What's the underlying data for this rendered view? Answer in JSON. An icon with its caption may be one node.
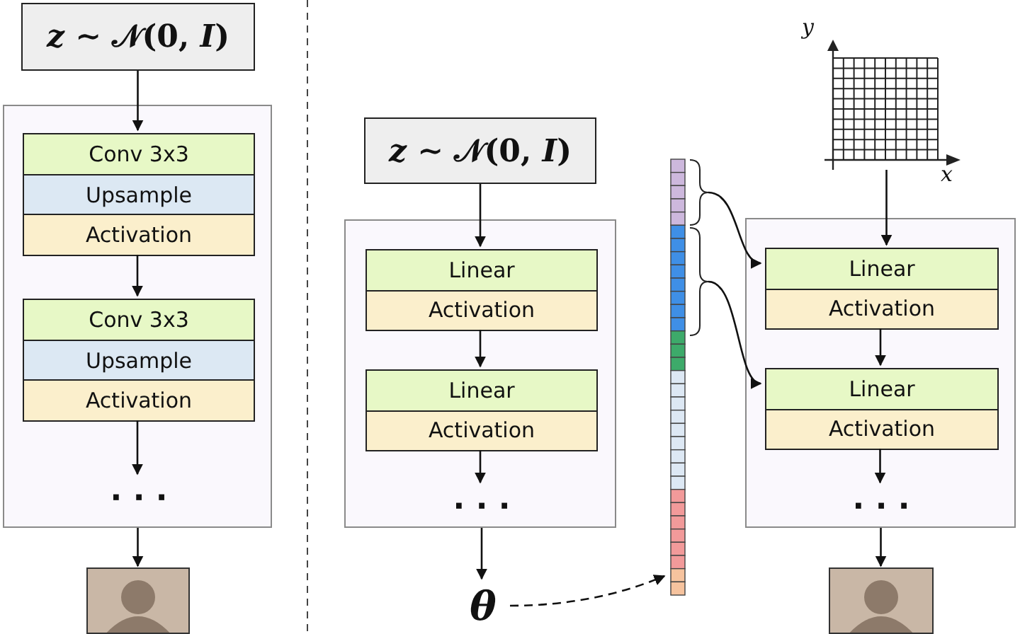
{
  "diagram": {
    "nodes": [
      {
        "text": [
          "*z* ∼ 𝒩(0, *I*)"
        ]
      },
      {
        "text": [],
        "shape": "box"
      },
      {
        "text": [
          "Conv 3x3",
          "Upsample",
          "Activation"
        ],
        "in": 1
      },
      {
        "text": [
          "Conv 3x3",
          "Upsample",
          "Activation"
        ],
        "in": 1
      },
      {
        "text": [
          "· · ·"
        ],
        "in": 1
      },
      {
        "text": [],
        "shape": "picture"
      },
      {
        "text": [
          "*z* ∼ 𝒩(0, *I*)"
        ]
      },
      {
        "text": [],
        "shape": "box"
      },
      {
        "text": [
          "Linear",
          "Activation"
        ],
        "in": 7
      },
      {
        "text": [
          "Linear",
          "Activation"
        ],
        "in": 7
      },
      {
        "text": [
          "· · ·"
        ],
        "in": 7
      },
      {
        "text": [
          "θ"
        ]
      },
      {
        "text": [],
        "shape": "bar"
      },
      {
        "text": [],
        "shape": "picture"
      },
      {
        "text": [],
        "shape": "box"
      },
      {
        "text": [
          "Linear",
          "Activation"
        ],
        "in": 14
      },
      {
        "text": [
          "Linear",
          "Activation"
        ],
        "in": 14
      },
      {
        "text": [
          "· · ·"
        ],
        "in": 14
      },
      {
        "text": [],
        "shape": "picture"
      }
    ],
    "edges": [
      {
        "from": 0,
        "to": 2,
        "arrow": "to"
      },
      {
        "from": 2,
        "to": 3,
        "arrow": "to"
      },
      {
        "from": 3,
        "to": 4,
        "arrow": "to"
      },
      {
        "from": 1,
        "to": 5,
        "arrow": "to"
      },
      {
        "from": 6,
        "to": 8,
        "arrow": "to"
      },
      {
        "from": 8,
        "to": 9,
        "arrow": "to"
      },
      {
        "from": 9,
        "to": 10,
        "arrow": "to"
      },
      {
        "from": 7,
        "to": 11,
        "arrow": "to"
      },
      {
        "from": 11,
        "to": 12,
        "arrow": "to",
        "style": "dashed"
      },
      {
        "from": 12,
        "to": 15,
        "arrow": "to"
      },
      {
        "from": 12,
        "to": 16,
        "arrow": "to"
      },
      {
        "from": 13,
        "to": 15,
        "arrow": "to"
      },
      {
        "from": 15,
        "to": 16,
        "arrow": "to"
      },
      {
        "from": 16,
        "to": 17,
        "arrow": "to"
      },
      {
        "from": 14,
        "to": 18,
        "arrow": "to"
      }
    ],
    "labels": [
      "y",
      "x"
    ]
  }
}
